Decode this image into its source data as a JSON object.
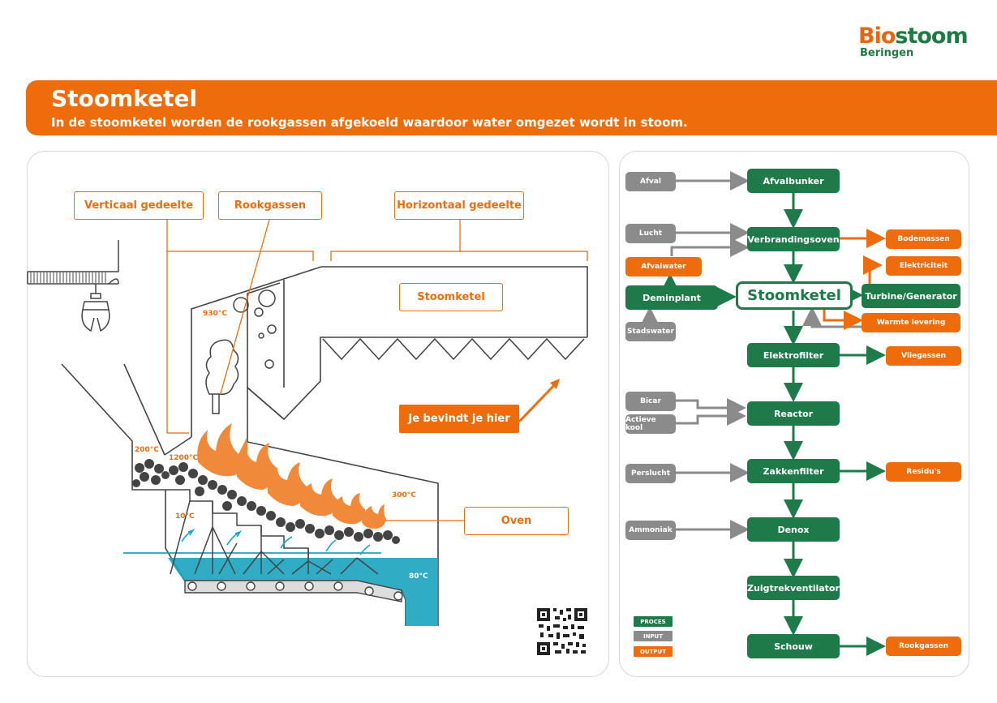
{
  "logo": {
    "bi": "Bio",
    "rest": "stoom",
    "sub": "Beringen"
  },
  "header": {
    "title": "Stoomketel",
    "subtitle": "In de stoomketel worden de rookgassen afgekoeld waardoor water omgezet wordt in stoom."
  },
  "labels": {
    "verticaal": "Verticaal gedeelte",
    "rookgassen": "Rookgassen",
    "horizontaal": "Horizontaal gedeelte",
    "stoomketel": "Stoomketel",
    "oven": "Oven",
    "here": "Je bevindt je hier"
  },
  "temps": {
    "t930": "930°C",
    "t200": "200°C",
    "t1200": "1200°C",
    "t10": "10°C",
    "t300": "300°C",
    "t80": "80°C"
  },
  "flow": {
    "afval": "Afval",
    "afvalbunker": "Afvalbunker",
    "lucht": "Lucht",
    "verbrandingsoven": "Verbrandingsoven",
    "bodemassen": "Bodemassen",
    "afvalwater": "Afvalwater",
    "elektriciteit": "Elektriciteit",
    "deminplant": "Deminplant",
    "stoomketel": "Stoomketel",
    "turbine": "Turbine/Generator",
    "warmte": "Warmte levering",
    "stadswater": "Stadswater",
    "elektrofilter": "Elektrofilter",
    "vliegassen": "Vliegassen",
    "bicar": "Bicar",
    "reactor": "Reactor",
    "actieve": "Actieve kool",
    "perslucht": "Perslucht",
    "zakkenfilter": "Zakkenfilter",
    "residus": "Residu's",
    "ammoniak": "Ammoniak",
    "denox": "Denox",
    "zuigtrek": "Zuigtrekventilator",
    "schouw": "Schouw",
    "rookgassen": "Rookgassen"
  },
  "legend": {
    "proces": "PROCES",
    "input": "INPUT",
    "output": "OUTPUT"
  },
  "colors": {
    "orange": "#ee6c0b",
    "green": "#1f7a4a",
    "gray": "#8b8b8b",
    "water": "#1aa3bf"
  }
}
